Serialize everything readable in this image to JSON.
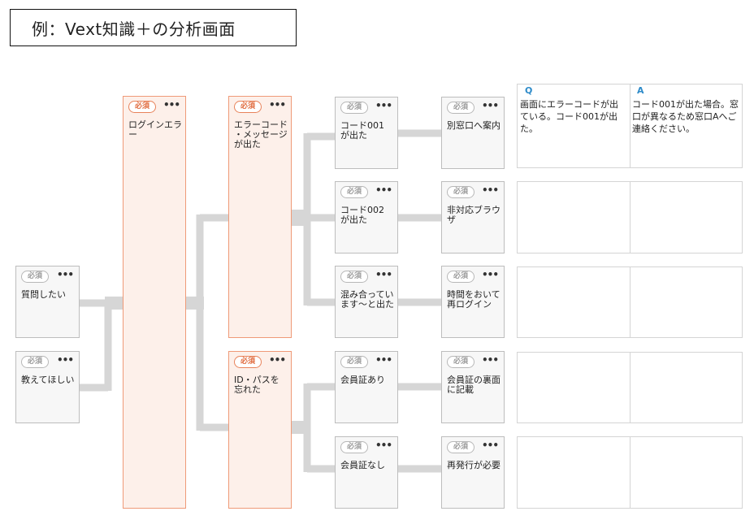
{
  "title": "例：Vext知識＋の分析画面",
  "node_badge": "必須",
  "more_icon": "•••",
  "colors": {
    "highlight_border": "#ef9a78",
    "highlight_bg": "#fdf0ea",
    "connector": "#d6d6d6",
    "qa_header": "#2e8bc9"
  },
  "nodes": {
    "q1": "質問したい",
    "q2": "教えてほしい",
    "login": "ログインエラ\nー",
    "errcode": "エラーコード\n・メッセージ\nが出た",
    "idpass": "ID・パスを\n忘れた",
    "c001": "コード001\nが出た",
    "c002": "コード002\nが出た",
    "busy": "混み合ってい\nます～と出た",
    "member_yes": "会員証あり",
    "member_no": "会員証なし",
    "ans1": "別窓口へ案内",
    "ans2": "非対応ブラウ\nザ",
    "ans3": "時間をおいて\n再ログイン",
    "ans4": "会員証の裏面\nに記載",
    "ans5": "再発行が必要"
  },
  "qa": {
    "q_header": "Q",
    "a_header": "A",
    "row1_q": "画面にエラーコードが出\nている。コード001が出\nた。",
    "row1_a": "コード001が出た場合。窓\n口が異なるため窓口Aへご\n連絡ください。"
  }
}
